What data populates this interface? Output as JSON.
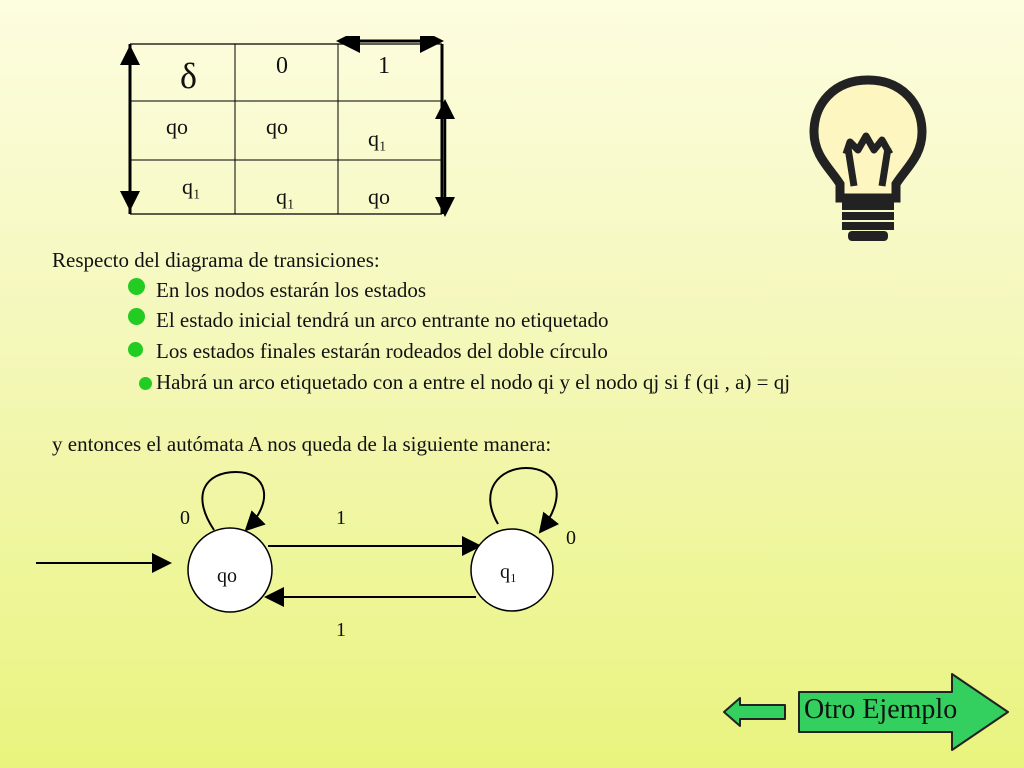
{
  "table": {
    "header": [
      "δ",
      "0",
      "1"
    ],
    "rows": [
      [
        "qo",
        "qo",
        "q₁"
      ],
      [
        "q₁",
        "q₁",
        "qo"
      ]
    ]
  },
  "intro": "Respecto del diagrama de transiciones:",
  "bullets": [
    "En los nodos estarán los estados",
    "El estado inicial tendrá un arco entrante no etiquetado",
    "Los estados finales  estarán rodeados del doble círculo",
    "Habrá un arco etiquetado con a entre el nodo qi y el nodo qj si f (qi , a) = qj"
  ],
  "conclusion": "y entonces el autómata A nos queda de la siguiente manera:",
  "automaton": {
    "state_qo": "qo",
    "state_q1": "q₁",
    "loop_qo_label": "0",
    "loop_q1_label": "0",
    "arc_qo_q1_label": "1",
    "arc_q1_qo_label": "1"
  },
  "nav": {
    "next_label": "Otro Ejemplo"
  },
  "colors": {
    "bullet": "#22cc22",
    "arrow_fill": "#33d060",
    "bulb_fill": "#fdf6c0"
  },
  "icons": {
    "bulb": "light-bulb-icon",
    "back": "back-arrow-icon",
    "next": "next-arrow-icon"
  }
}
